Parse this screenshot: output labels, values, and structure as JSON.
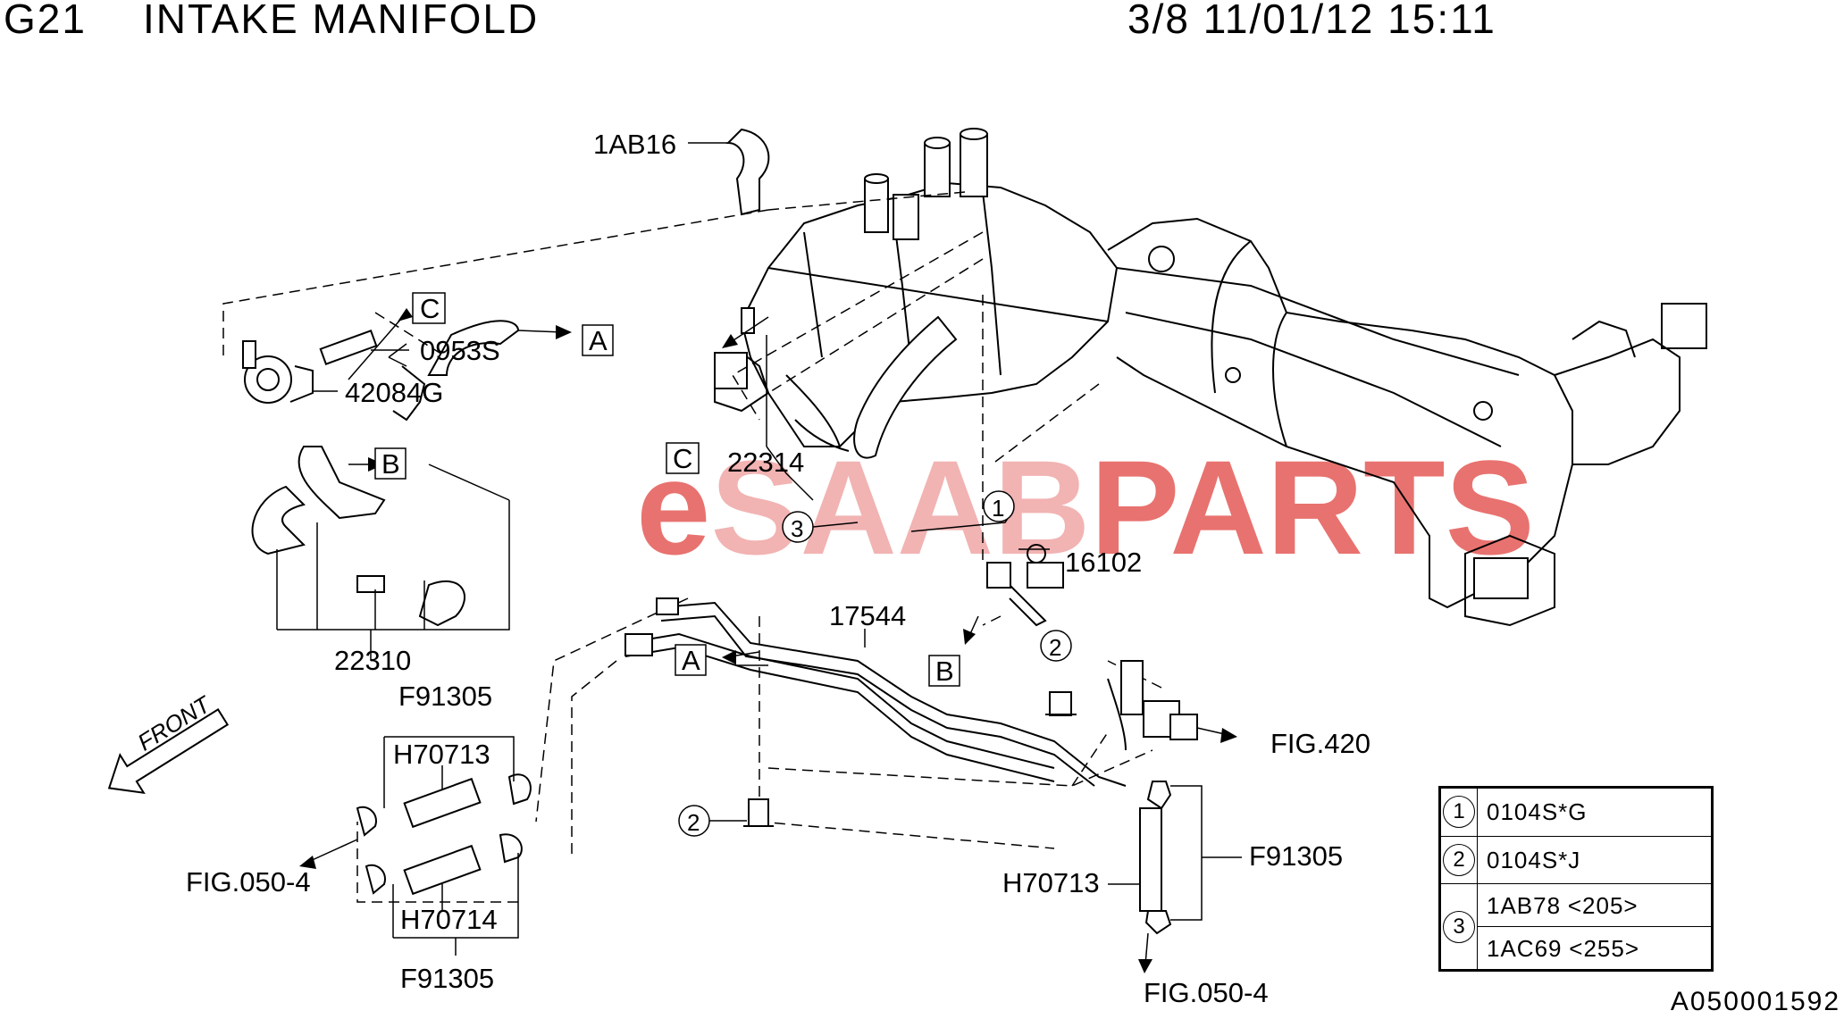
{
  "header": {
    "code": "G21",
    "title": "INTAKE MANIFOLD",
    "page_info": "3/8 11/01/12 15:11"
  },
  "watermark": {
    "prefix": "e",
    "middle": "SAAB",
    "suffix": "PARTS",
    "prefix_color": "#e8726f",
    "middle_color": "#f2b3b3",
    "suffix_color": "#e8726f"
  },
  "callouts": {
    "p1AB16": "1AB16",
    "p0953S": "0953S",
    "p42084G": "42084G",
    "p22314": "22314",
    "p22310": "22310",
    "p16102": "16102",
    "p17544": "17544",
    "pF91305_top": "F91305",
    "pH70713_left": "H70713",
    "pH70714": "H70714",
    "pF91305_bottom": "F91305",
    "pH70713_right": "H70713",
    "pF91305_right": "F91305",
    "fig420": "FIG.420",
    "fig050_left": "FIG.050-4",
    "fig050_right": "FIG.050-4",
    "front": "FRONT"
  },
  "ref_boxes": {
    "A": "A",
    "B": "B",
    "C": "C"
  },
  "circle_numbers": {
    "one": "1",
    "two": "2",
    "three": "3"
  },
  "legend": {
    "rows": [
      {
        "num": "1",
        "code": "0104S*G",
        "qty": ""
      },
      {
        "num": "2",
        "code": "0104S*J",
        "qty": ""
      },
      {
        "num": "3",
        "code": "1AB78",
        "qty": "<205>"
      },
      {
        "num": "",
        "code": "1AC69",
        "qty": "<255>"
      }
    ]
  },
  "figure_ref": "A050001592"
}
